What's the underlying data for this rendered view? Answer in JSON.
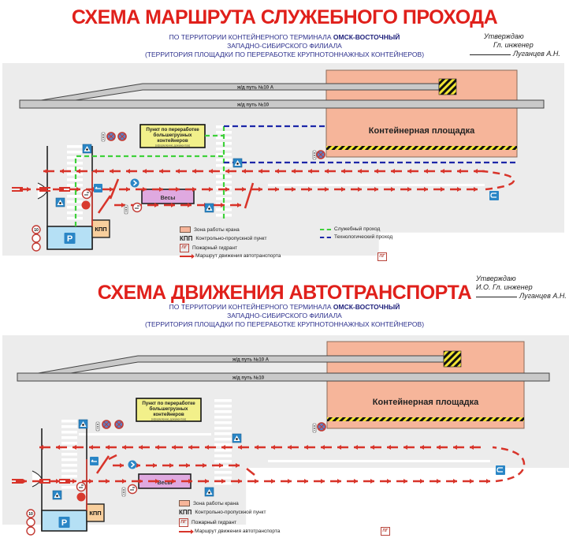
{
  "schemes": [
    {
      "title": "СХЕМА МАРШРУТА СЛУЖЕБНОГО ПРОХОДА",
      "subtitle_line1_prefix": "ПО ТЕРРИТОРИИ КОНТЕЙНЕРНОГО ТЕРМИНАЛА ",
      "subtitle_line1_bold": "ОМСК-ВОСТОЧНЫЙ",
      "subtitle_line2": "ЗАПАДНО-СИБИРСКОГО ФИЛИАЛА",
      "subtitle_line3": "(ТЕРРИТОРИЯ ПЛОЩАДКИ ПО ПЕРЕРАБОТКЕ КРУПНОТОННАЖНЫХ КОНТЕЙНЕРОВ)",
      "approval": {
        "line1": "Утверждаю",
        "line2": "Гл. инженер",
        "line3": "Луганцев А.Н."
      },
      "map": {
        "track_10a": "ж/д путь №10 А",
        "track_10": "ж/д путь №10",
        "container_yard": "Контейнерная площадка",
        "processing_point_line1": "Пункт по переработке",
        "processing_point_line2": "большегрузных",
        "processing_point_line3": "контейнеров",
        "processing_point_note": "(оформление документов)",
        "scales": "Весы",
        "kpp": "КПП",
        "show_service_paths": true
      },
      "legend": {
        "crane_zone": "Зона работы крана",
        "kpp_symbol": "КПП",
        "kpp_label": "Контрольно-пропускной пункт",
        "hydrant_symbol": "ПГ",
        "hydrant_label": "Пожарный гидрант",
        "route_label": "Маршрут движения автотранспорта",
        "service_path_label": "Служебный проход",
        "tech_path_label": "Технологический проход"
      }
    },
    {
      "title": "СХЕМА ДВИЖЕНИЯ АВТОТРАНСПОРТА",
      "subtitle_line1_prefix": "ПО ТЕРРИТОРИИ КОНТЕЙНЕРНОГО ТЕРМИНАЛА ",
      "subtitle_line1_bold": "ОМСК-ВОСТОЧНЫЙ",
      "subtitle_line2": "ЗАПАДНО-СИБИРСКОГО ФИЛИАЛА",
      "subtitle_line3": "(ТЕРРИТОРИЯ ПЛОЩАДКИ ПО ПЕРЕРАБОТКЕ КРУПНОТОННАЖНЫХ КОНТЕЙНЕРОВ)",
      "approval": {
        "line1": "Утверждаю",
        "line2": "И.О. Гл. инженер",
        "line3": "Луганцев А.Н."
      },
      "map": {
        "track_10a": "ж/д путь №10 А",
        "track_10": "ж/д путь №10",
        "container_yard": "Контейнерная площадка",
        "processing_point_line1": "Пункт по переработке",
        "processing_point_line2": "большегрузных",
        "processing_point_line3": "контейнеров",
        "processing_point_note": "(оформление документов)",
        "scales": "Весы",
        "kpp": "КПП",
        "show_service_paths": false
      },
      "legend": {
        "crane_zone": "Зона работы крана",
        "kpp_symbol": "КПП",
        "kpp_label": "Контрольно-пропускной пункт",
        "hydrant_symbol": "ПГ",
        "hydrant_label": "Пожарный гидрант",
        "route_label": "Маршрут движения автотранспорта"
      }
    }
  ],
  "signs": {
    "speed_limit": "10",
    "parking": "P"
  },
  "colors": {
    "title_red": "#e0201b",
    "subtitle_blue": "#2b2f8c",
    "route_red": "#d8342a",
    "service_green": "#3ed13a",
    "tech_blue": "#1c27a8",
    "crane_zone": "#f6b59a",
    "processing_yellow": "#f2f08a",
    "scales_pink": "#dfa9e0",
    "parking_blue": "#b5e0f5",
    "kpp_orange": "#f8cf9d"
  }
}
